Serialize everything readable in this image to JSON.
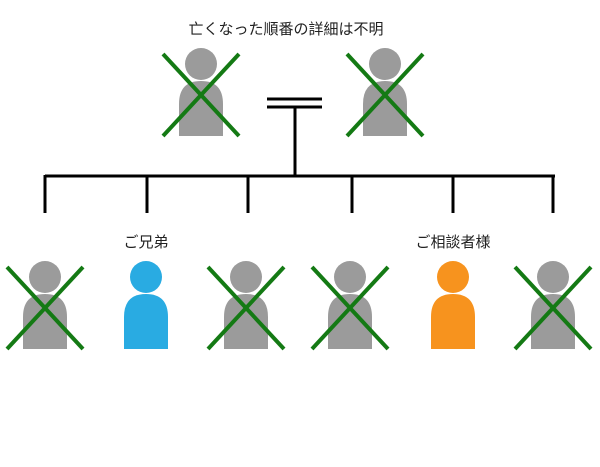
{
  "title": "亡くなった順番の詳細は不明",
  "labels": {
    "brother": "ご兄弟",
    "client": "ご相談者様"
  },
  "colors": {
    "deceased_fill": "#9b9b9b",
    "cross": "#147a14",
    "brother_fill": "#29abe2",
    "client_fill": "#f7931e",
    "line": "#000000"
  },
  "parents": [
    {
      "id": "father",
      "status": "deceased"
    },
    {
      "id": "mother",
      "status": "deceased"
    }
  ],
  "children": [
    {
      "id": "child-1",
      "status": "deceased",
      "label_key": ""
    },
    {
      "id": "brother",
      "status": "living",
      "label_key": "brother"
    },
    {
      "id": "child-3",
      "status": "deceased",
      "label_key": ""
    },
    {
      "id": "child-4",
      "status": "deceased",
      "label_key": ""
    },
    {
      "id": "client",
      "status": "living",
      "label_key": "client"
    },
    {
      "id": "child-6",
      "status": "deceased",
      "label_key": ""
    }
  ],
  "icons": {
    "person": "person-icon",
    "cross": "deceased-cross-icon",
    "marriage": "marriage-double-line-icon"
  }
}
